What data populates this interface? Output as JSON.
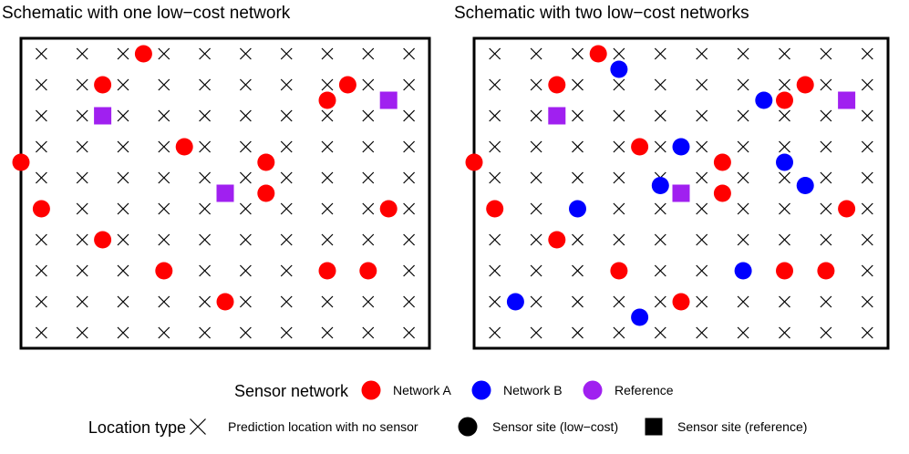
{
  "chart_data": {
    "type": "scatter",
    "grid_x": [
      1,
      2,
      3,
      4,
      5,
      6,
      7,
      8,
      9,
      10
    ],
    "grid_y": [
      1,
      2,
      3,
      4,
      5,
      6,
      7,
      8,
      9,
      10
    ],
    "xlim": [
      0.5,
      10.5
    ],
    "ylim": [
      0.5,
      10.5
    ],
    "panels": [
      {
        "title": "Schematic with one low−cost network",
        "series": [
          {
            "key": "network_a",
            "points": [
              [
                3.5,
                10
              ],
              [
                2.5,
                9
              ],
              [
                8.5,
                9
              ],
              [
                8,
                8.5
              ],
              [
                4.5,
                7
              ],
              [
                0.5,
                6.5
              ],
              [
                6.5,
                6.5
              ],
              [
                1,
                5
              ],
              [
                6.5,
                5.5
              ],
              [
                9.5,
                5
              ],
              [
                2.5,
                4
              ],
              [
                4,
                3
              ],
              [
                8,
                3
              ],
              [
                9,
                3
              ],
              [
                5.5,
                2
              ]
            ]
          },
          {
            "key": "reference",
            "points": [
              [
                2.5,
                8
              ],
              [
                9.5,
                8.5
              ],
              [
                5.5,
                5.5
              ]
            ]
          }
        ]
      },
      {
        "title": "Schematic with two low−cost networks",
        "series": [
          {
            "key": "network_a",
            "points": [
              [
                3.5,
                10
              ],
              [
                2.5,
                9
              ],
              [
                8.5,
                9
              ],
              [
                8,
                8.5
              ],
              [
                4.5,
                7
              ],
              [
                0.5,
                6.5
              ],
              [
                6.5,
                6.5
              ],
              [
                1,
                5
              ],
              [
                6.5,
                5.5
              ],
              [
                9.5,
                5
              ],
              [
                2.5,
                4
              ],
              [
                4,
                3
              ],
              [
                8,
                3
              ],
              [
                9,
                3
              ],
              [
                5.5,
                2
              ]
            ]
          },
          {
            "key": "network_b",
            "points": [
              [
                4,
                9.5
              ],
              [
                7.5,
                8.5
              ],
              [
                5.5,
                7
              ],
              [
                8,
                6.5
              ],
              [
                8.5,
                5.75
              ],
              [
                5,
                5.75
              ],
              [
                3,
                5
              ],
              [
                7,
                3
              ],
              [
                1.5,
                2
              ],
              [
                4.5,
                1.5
              ]
            ]
          },
          {
            "key": "reference",
            "points": [
              [
                2.5,
                8
              ],
              [
                9.5,
                8.5
              ],
              [
                5.5,
                5.5
              ]
            ]
          }
        ]
      }
    ],
    "legend": {
      "placement": "bottom",
      "network": {
        "title": "Sensor network",
        "items": [
          {
            "key": "network_a",
            "label": "Network A",
            "color": "#ff0000"
          },
          {
            "key": "network_b",
            "label": "Network B",
            "color": "#0000ff"
          },
          {
            "key": "reference",
            "label": "Reference",
            "color": "#a020f0"
          }
        ]
      },
      "location": {
        "title": "Location type",
        "items": [
          {
            "key": "prediction",
            "label": "Prediction location with no sensor",
            "shape": "cross"
          },
          {
            "key": "low_cost",
            "label": "Sensor site (low−cost)",
            "shape": "circle"
          },
          {
            "key": "reference_site",
            "label": "Sensor site (reference)",
            "shape": "square"
          }
        ]
      }
    }
  }
}
